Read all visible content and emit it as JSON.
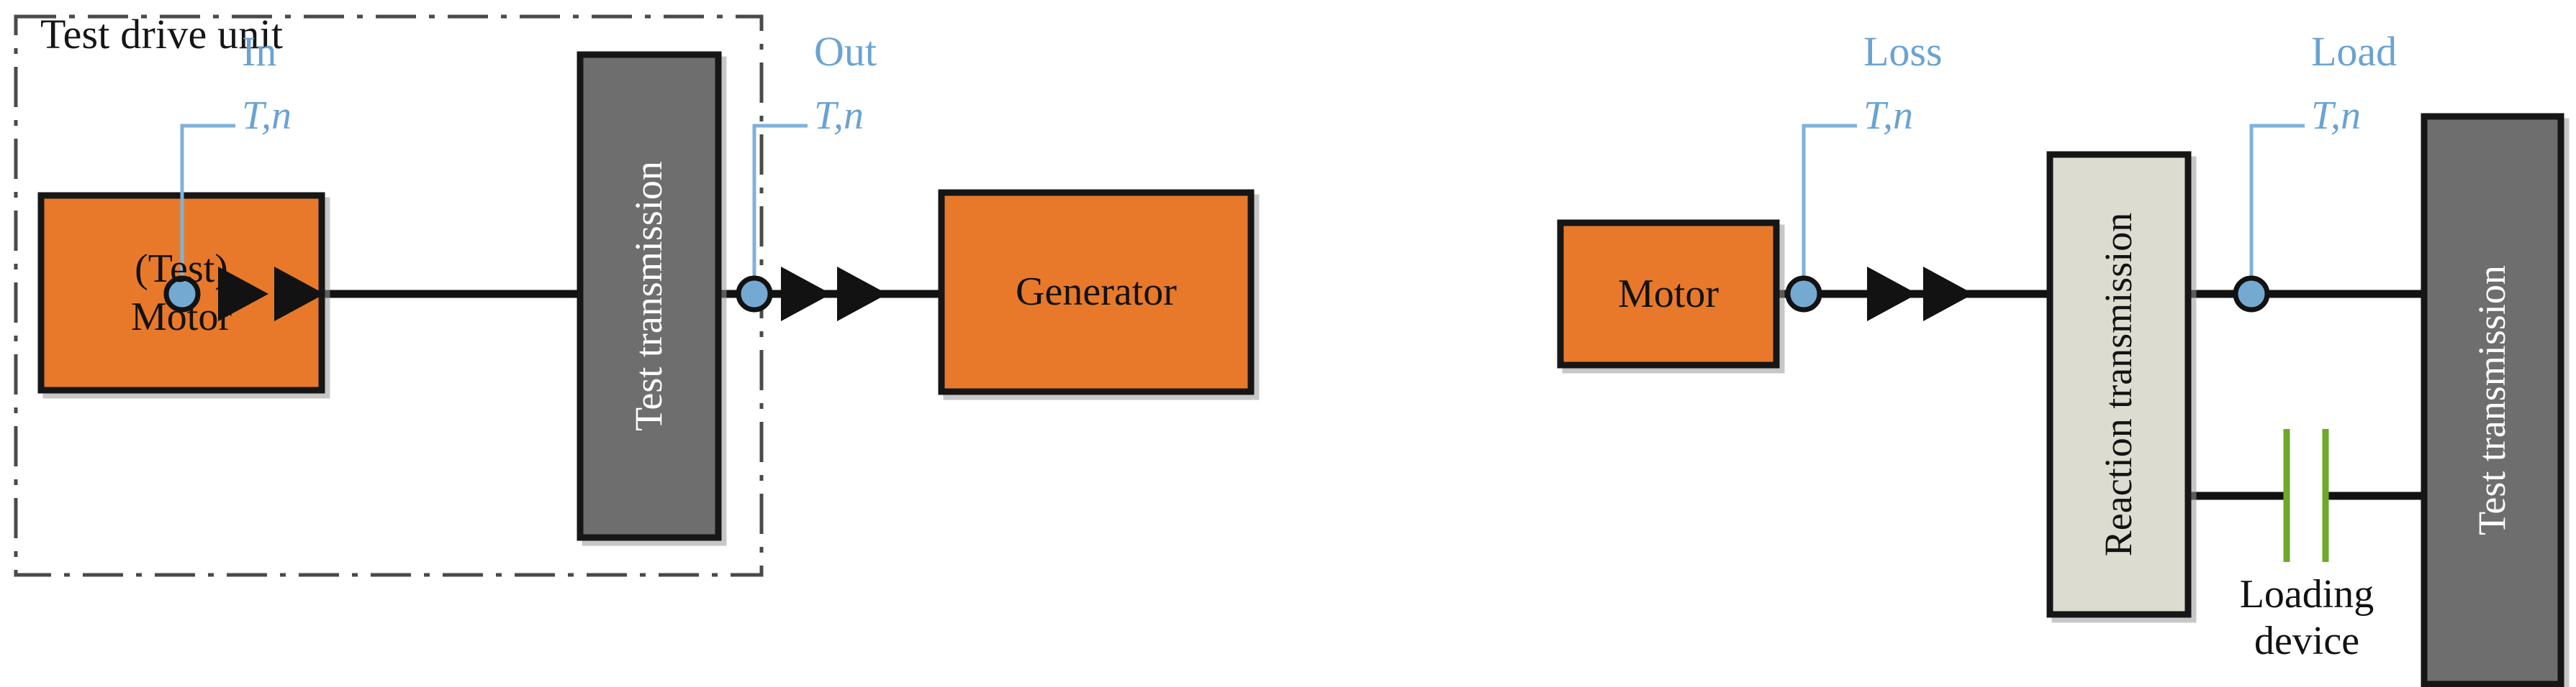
{
  "diagram": {
    "title_frame": {
      "label": "Test drive unit"
    },
    "colors": {
      "orange_fill": "#E8792B",
      "dark_gray_fill": "#6E6E6E",
      "light_gray_fill": "#DDDCD0",
      "blue_accent": "#6AA3D2",
      "blue_dot_fill": "#74A9D2",
      "green_clutch": "#6EA82C",
      "line_black": "#121212",
      "frame_dashdot": "#4A4A4A"
    },
    "left_assembly": {
      "motor": {
        "line1": "(Test)",
        "line2": "Motor"
      },
      "transmission": {
        "label": "Test transmission"
      },
      "generator": {
        "label": "Generator"
      },
      "measurement_points": [
        {
          "name": "In",
          "symbols": "T,n"
        },
        {
          "name": "Out",
          "symbols": "T,n"
        }
      ]
    },
    "right_assembly": {
      "motor": {
        "label": "Motor"
      },
      "reaction_transmission": {
        "label": "Reaction transmission"
      },
      "test_transmission": {
        "label": "Test transmission"
      },
      "loading_device": {
        "line1": "Loading",
        "line2": "device"
      },
      "measurement_points": [
        {
          "name": "Loss",
          "symbols": "T,n"
        },
        {
          "name": "Load",
          "symbols": "T,n"
        }
      ]
    }
  }
}
